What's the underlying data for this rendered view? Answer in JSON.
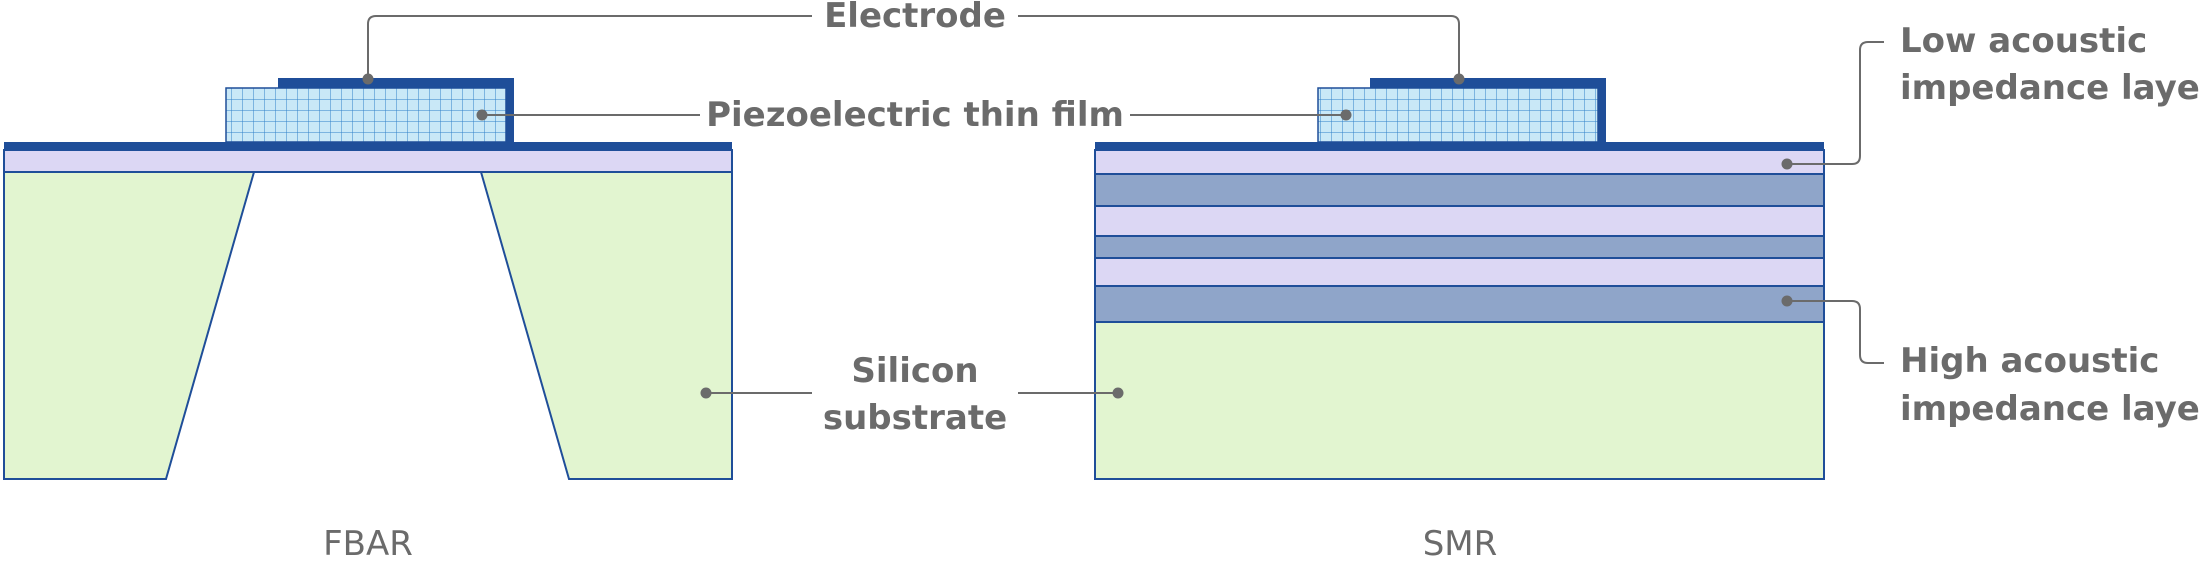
{
  "labels": {
    "electrode": "Electrode",
    "piezo": "Piezoelectric thin film",
    "silicon_line1": "Silicon",
    "silicon_line2": "substrate",
    "low_line1": "Low acoustic",
    "low_line2": "impedance layer",
    "high_line1": "High acoustic",
    "high_line2": "impedance layer"
  },
  "captions": {
    "fbar": "FBAR",
    "smr": "SMR"
  },
  "colors": {
    "electrode": "#1f4e99",
    "outline": "#1f4e99",
    "piezo_fill": "#c9e8f7",
    "piezo_grid": "#2f80c9",
    "support_layer": "#dcd7f4",
    "high_impedance": "#8fa5c9",
    "low_impedance": "#dcd7f4",
    "substrate": "#e2f5d0",
    "leader": "#6b6b6b",
    "text": "#6b6b6b"
  }
}
